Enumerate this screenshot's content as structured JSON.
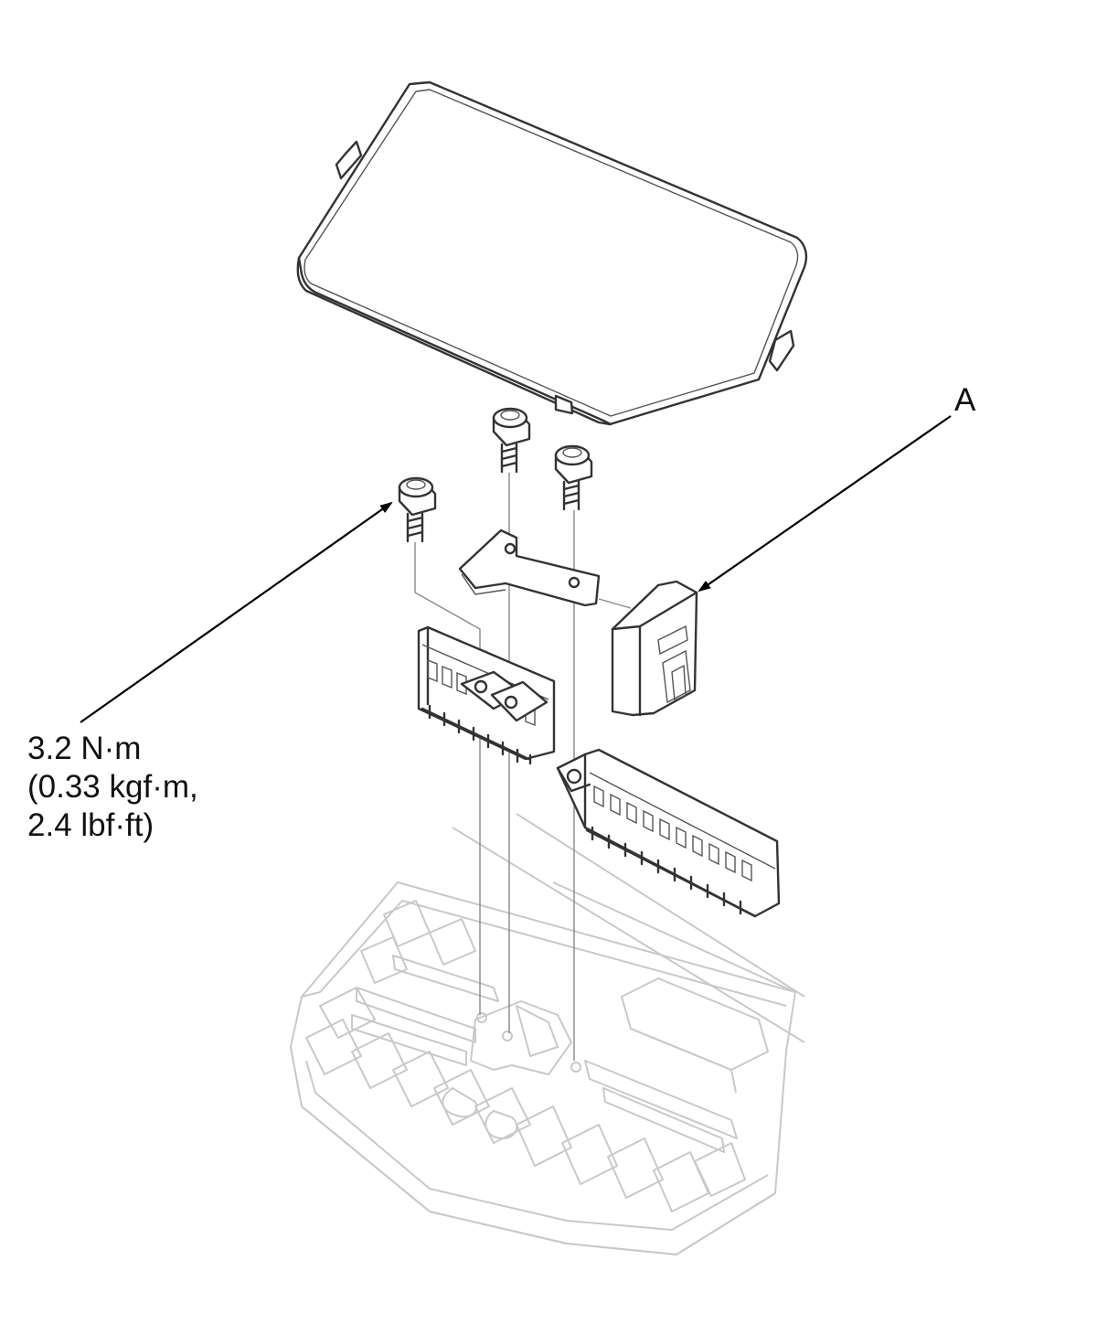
{
  "callouts": {
    "part_a_label": "A",
    "torque_line1": "3.2 N·m",
    "torque_line2": "(0.33 kgf·m,",
    "torque_line3": "2.4 lbf·ft)"
  },
  "colors": {
    "line": "#333333",
    "faint_line": "#c9c9c9",
    "background": "#ffffff"
  }
}
